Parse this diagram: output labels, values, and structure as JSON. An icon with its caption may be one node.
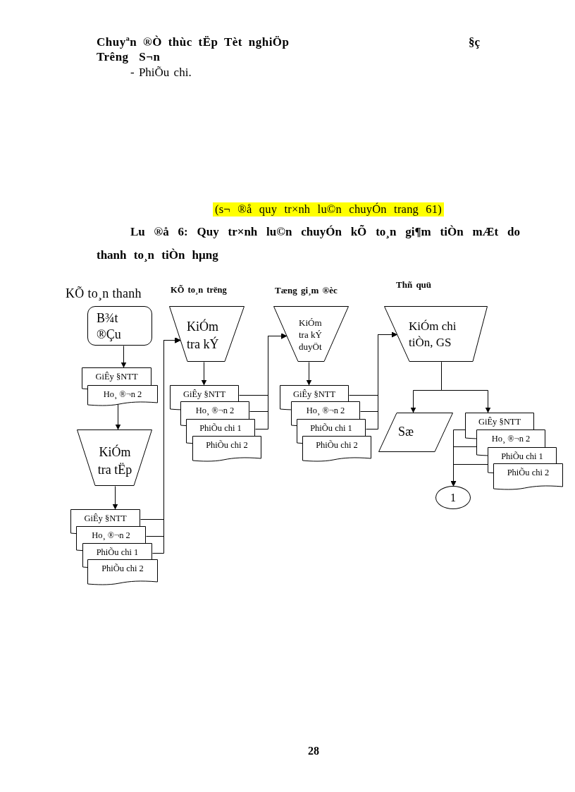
{
  "diagram": {
    "title": "Lu ®å 6: Quy tr×nh lu©n chuyÓn kÕ to¸n gi¶m tiÒn mÆt do thanh to¸n tiÒn hµng",
    "nodes": [
      {
        "text": [
          "B¾t ®Çu"
        ]
      },
      {
        "text": [
          "GiÊy §NTT"
        ]
      },
      {
        "text": [
          "Ho¸ ®¬n 2"
        ]
      },
      {
        "text": [
          "KiÓm tra tËp"
        ]
      },
      {
        "text": [
          "GiÊy §NTT"
        ]
      },
      {
        "text": [
          "Ho¸ ®¬n 2"
        ]
      },
      {
        "text": [
          "PhiÕu chi 1"
        ]
      },
      {
        "text": [
          "PhiÕu chi 2"
        ]
      },
      {
        "text": [
          "KiÓm tra kÝ"
        ]
      },
      {
        "text": [
          "GiÊy §NTT"
        ]
      },
      {
        "text": [
          "Ho¸ ®¬n 2"
        ]
      },
      {
        "text": [
          "PhiÕu chi 1"
        ]
      },
      {
        "text": [
          "PhiÕu chi 2"
        ]
      },
      {
        "text": [
          "KiÓm tra kÝ duyÖt"
        ]
      },
      {
        "text": [
          "GiÊy §NTT"
        ]
      },
      {
        "text": [
          "Ho¸ ®¬n 2"
        ]
      },
      {
        "text": [
          "PhiÕu chi 1"
        ]
      },
      {
        "text": [
          "PhiÕu chi 2"
        ]
      },
      {
        "text": [
          "KiÓm chi tiÒn, GS"
        ]
      },
      {
        "text": [
          "Sæ"
        ]
      },
      {
        "text": [
          "GiÊy §NTT"
        ]
      },
      {
        "text": [
          "Ho¸ ®¬n 2"
        ]
      },
      {
        "text": [
          "PhiÕu chi 1"
        ]
      },
      {
        "text": [
          "PhiÕu chi 2"
        ]
      },
      {
        "text": [
          "1"
        ]
      }
    ],
    "edges": [
      {
        "from": 0,
        "to": 1,
        "arrow": "to"
      },
      {
        "from": 2,
        "to": 3,
        "arrow": "to"
      },
      {
        "from": 3,
        "to": 4,
        "arrow": "to"
      },
      {
        "from": 4,
        "to": 8,
        "arrow": "to"
      },
      {
        "from": 5,
        "to": 8,
        "arrow": "to"
      },
      {
        "from": 6,
        "to": 8,
        "arrow": "to"
      },
      {
        "from": 8,
        "to": 9,
        "arrow": "to"
      },
      {
        "from": 9,
        "to": 13,
        "arrow": "to"
      },
      {
        "from": 10,
        "to": 13,
        "arrow": "to"
      },
      {
        "from": 11,
        "to": 13,
        "arrow": "to"
      },
      {
        "from": 13,
        "to": 14,
        "arrow": "to"
      },
      {
        "from": 14,
        "to": 18,
        "arrow": "to"
      },
      {
        "from": 15,
        "to": 18,
        "arrow": "to"
      },
      {
        "from": 16,
        "to": 18,
        "arrow": "to"
      },
      {
        "from": 18,
        "to": 19,
        "arrow": "to"
      },
      {
        "from": 18,
        "to": 20,
        "arrow": "to"
      },
      {
        "from": 20,
        "to": 24,
        "arrow": "to"
      },
      {
        "from": 21,
        "to": 24,
        "arrow": "to"
      },
      {
        "from": 22,
        "to": 24,
        "arrow": "to"
      }
    ],
    "labels": [
      "Chuyªn ®Ò thùc tËp Tèt nghiÖp",
      "§ç",
      "Trêng S¬n",
      "- PhiÕu chi.",
      "(s¬ ®å quy tr×nh lu©n chuyÓn trang 61)",
      "KÕ to¸n thanh",
      "KÕ to¸n trëng",
      "Tæng gi¸m ®èc",
      "Thñ quü",
      "28"
    ]
  }
}
